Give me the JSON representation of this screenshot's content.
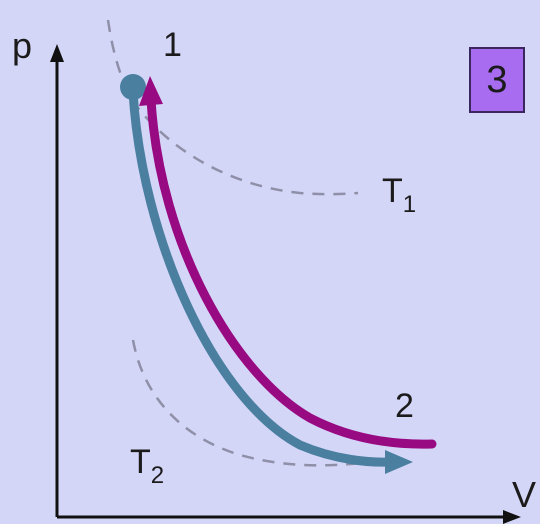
{
  "axes": {
    "y_label": "p",
    "x_label": "V"
  },
  "states": {
    "state1_label": "1",
    "state2_label": "2"
  },
  "isotherms": {
    "t1_main": "T",
    "t1_sub": "1",
    "t2_main": "T",
    "t2_sub": "2"
  },
  "badge": {
    "label": "3"
  },
  "colors": {
    "background": "#d4d6f8",
    "forward_process": "#4a7fa0",
    "reverse_process": "#980a82",
    "isotherm": "#8f8fa8",
    "badge": "#a76cf0"
  }
}
